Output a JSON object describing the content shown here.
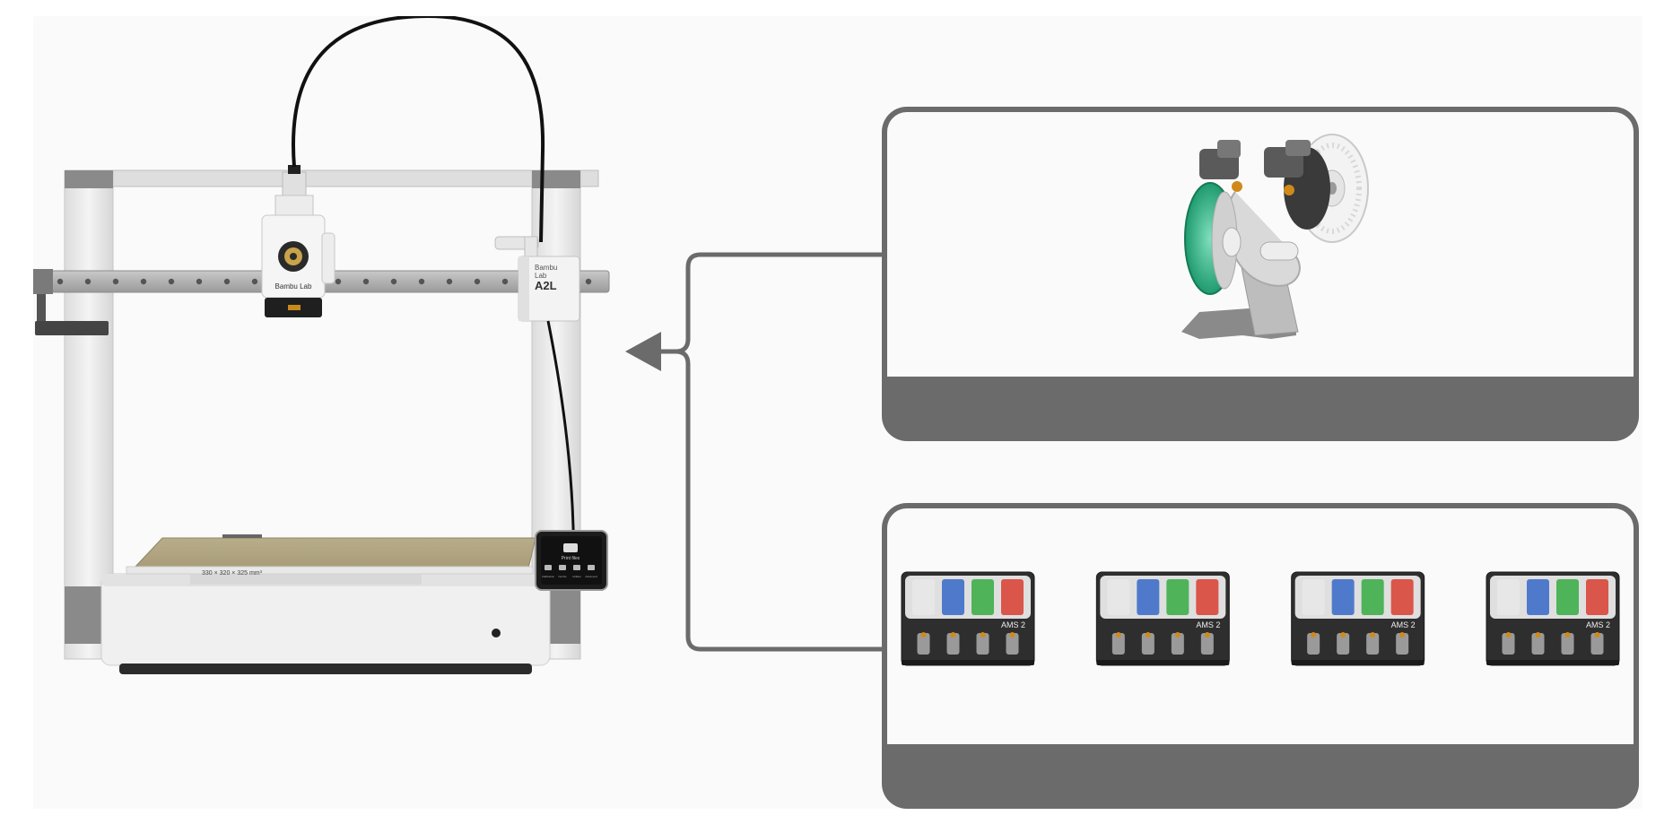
{
  "printer": {
    "brand": "Bambu Lab",
    "model_brand_line1": "Bambu",
    "model_brand_line2": "Lab",
    "model": "A2L",
    "screen_title": "Print files",
    "screen_menu": [
      "Calibration",
      "Nozzle",
      "Utilities",
      "Advanced"
    ],
    "plate_volume": "330 × 320 × 325 mm³"
  },
  "options": [
    {
      "name": "single-spool-holder",
      "caption": ""
    },
    {
      "name": "ams-units",
      "caption": ""
    }
  ],
  "ams": {
    "label": "AMS 2",
    "count": 4,
    "spool_colors": [
      "#e8e8e8",
      "#3f6fc9",
      "#3fae4a",
      "#d9463a"
    ]
  },
  "colors": {
    "frame_gray": "#6b6b6b",
    "cable": "#111111",
    "filament_green": "#2fb585",
    "accent_orange": "#d08a1a"
  }
}
